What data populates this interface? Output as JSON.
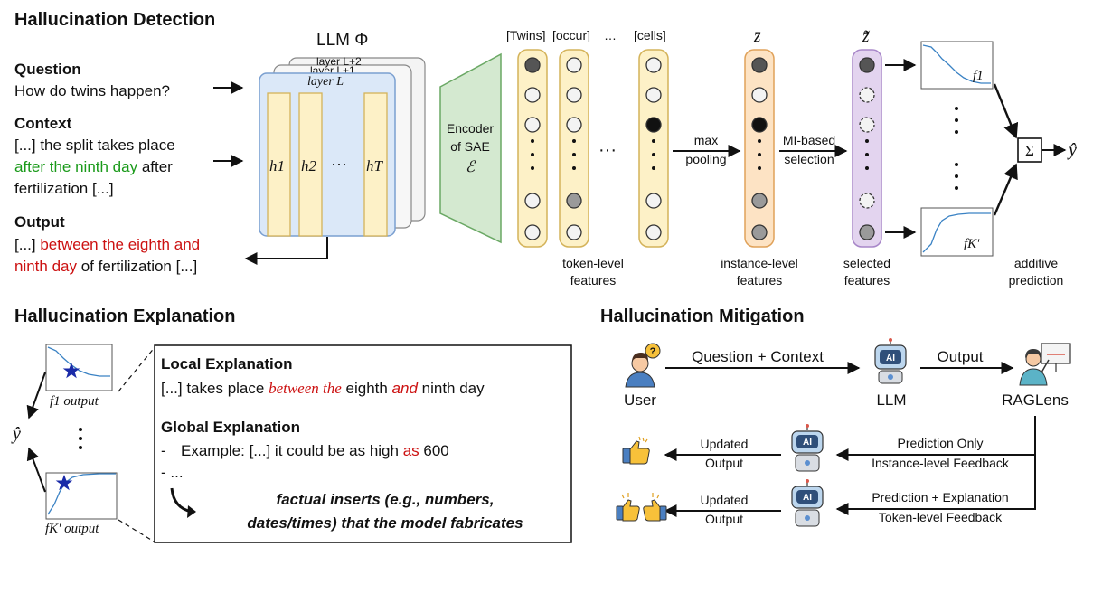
{
  "sections": {
    "detection": "Hallucination Detection",
    "explanation": "Hallucination Explanation",
    "mitigation": "Hallucination Mitigation"
  },
  "inputs": {
    "question_label": "Question",
    "question_text": "How do twins happen?",
    "context_label": "Context",
    "context_line1": "[...] the split takes place",
    "context_green": "after the ninth day",
    "context_after": " after",
    "context_line3": "fertilization [...]",
    "output_label": "Output",
    "output_prefix": "[...] ",
    "output_red1": "between the eighth and",
    "output_red2": "ninth day",
    "output_after": " of fertilization [...]"
  },
  "llm": {
    "title": "LLM Φ",
    "layer_front": "layer L",
    "layer_mid": "layer L+1",
    "layer_back": "layer L+2",
    "states": [
      "h1",
      "h2",
      "hT"
    ],
    "dots": "···"
  },
  "encoder": {
    "line1": "Encoder",
    "line2": "of SAE",
    "symbol": "ℰ"
  },
  "token_features": {
    "tokens": [
      "[Twins]",
      "[occur]",
      "…",
      "[cells]"
    ],
    "label_line1": "token-level",
    "label_line2": "features"
  },
  "pooling": {
    "line1": "max",
    "line2": "pooling"
  },
  "instance": {
    "symbol": "z̄",
    "label_line1": "instance-level",
    "label_line2": "features"
  },
  "selection": {
    "line1": "MI-based",
    "line2": "selection"
  },
  "selected": {
    "symbol": "z̄̃",
    "label_line1": "selected",
    "label_line2": "features"
  },
  "shape_functions": {
    "top": "f1",
    "bottom": "fK'"
  },
  "aggregate": {
    "sum": "Σ",
    "output": "ŷ",
    "label_line1": "additive",
    "label_line2": "prediction"
  },
  "explanation": {
    "y_hat": "ŷ",
    "f1_caption": "f1 output",
    "fk_caption": "fK' output",
    "local_title": "Local Explanation",
    "local_parts": [
      "[...] takes place ",
      "between the",
      " eighth ",
      "and",
      " ninth day"
    ],
    "global_title": "Global Explanation",
    "global_bullet": "-",
    "global_example": "Example: [...] it could be as high ",
    "global_red": "as",
    "global_end": " 600",
    "global_more": "- ...",
    "summary_line1": "factual inserts (e.g., numbers,",
    "summary_line2": "dates/times) that the model fabricates"
  },
  "mitigation": {
    "user": "User",
    "qc": "Question + Context",
    "llm": "LLM",
    "output": "Output",
    "raglens": "RAGLens",
    "updated1": "Updated",
    "updated2": "Output",
    "feedback1_line1": "Prediction Only",
    "feedback1_line2": "Instance-level Feedback",
    "feedback2_line1": "Prediction + Explanation",
    "feedback2_line2": "Token-level Feedback",
    "ai_badge": "AI",
    "question_mark": "?"
  },
  "colors": {
    "llm_blue": "#dbe8f8",
    "hidden_yellow": "#fdf1c7",
    "encoder_green": "#d4e9d0",
    "instance_orange": "#fde3c4",
    "selected_purple": "#e3d4ef",
    "curve_blue": "#3a82c4",
    "star_blue": "#1a2aa8",
    "highlight_red": "#cc1111",
    "highlight_green": "#1a9a1a"
  }
}
